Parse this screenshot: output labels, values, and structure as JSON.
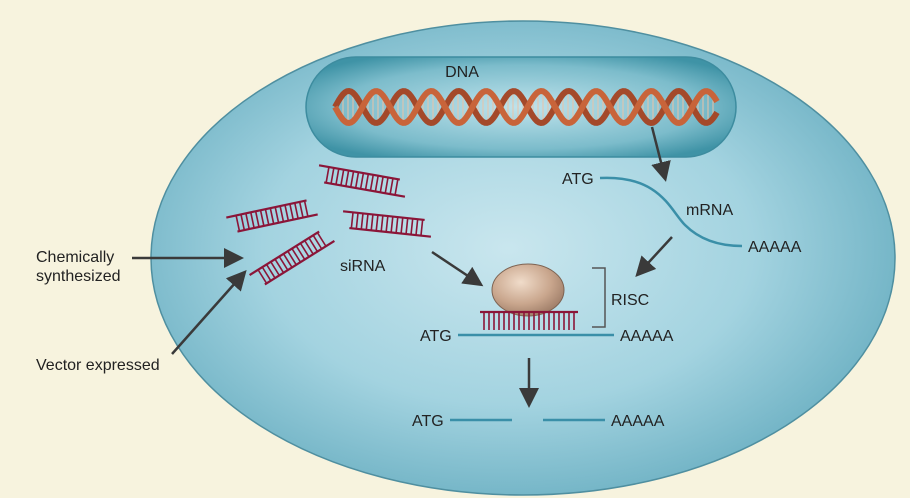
{
  "labels": {
    "dna": "DNA",
    "mrna": "mRNA",
    "atg": "ATG",
    "aaaaa": "AAAAA",
    "sirna": "siRNA",
    "risc": "RISC",
    "chemically": "Chemically",
    "synthesized": "synthesized",
    "vector": "Vector expressed"
  },
  "colors": {
    "background": "#f7f3de",
    "cell": "#78b8c8",
    "nucleus": "#3f9aaa",
    "dna_strand": "#c8643a",
    "sirna": "#8b1538",
    "mrna": "#3a8fa8",
    "risc_body": "#c0987e",
    "arrow": "#3a3a3a"
  }
}
